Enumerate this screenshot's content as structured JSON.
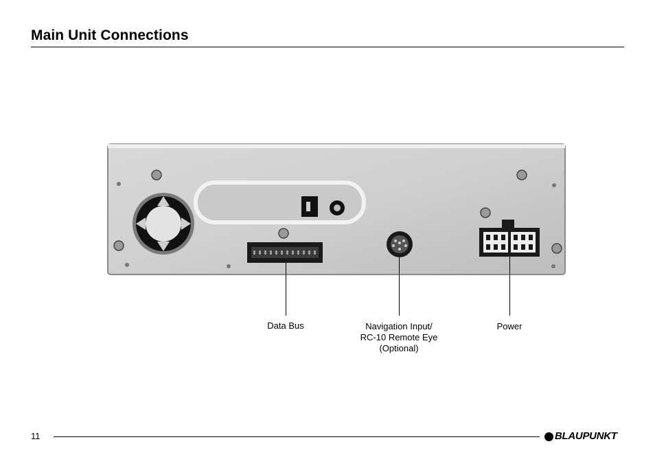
{
  "header": {
    "title": "Main Unit Connections"
  },
  "callouts": {
    "data_bus": "Data Bus",
    "navigation_line1": "Navigation Input/",
    "navigation_line2": "RC-10 Remote Eye",
    "navigation_line3": "(Optional)",
    "power": "Power"
  },
  "footer": {
    "page_number": "11",
    "brand": "BLAUPUNKT"
  }
}
